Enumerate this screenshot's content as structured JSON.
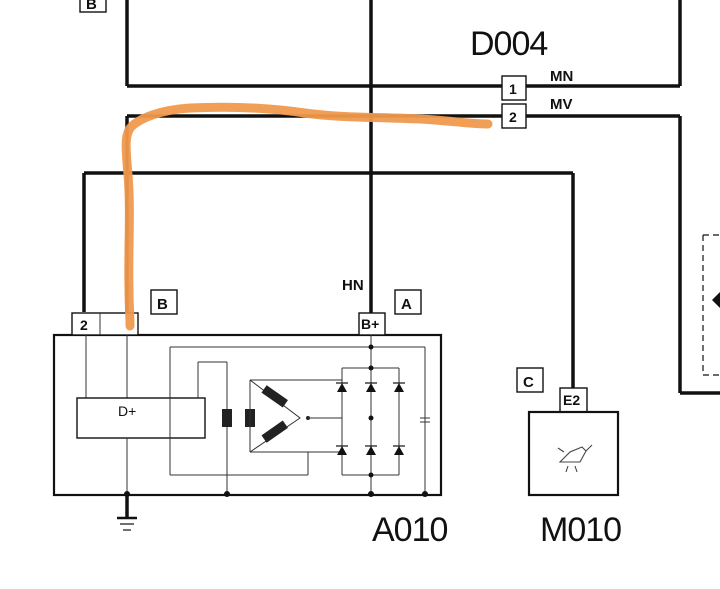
{
  "labels": {
    "component_d004": "D004",
    "component_a010": "A010",
    "component_m010": "M010",
    "pin_d004_1": "1",
    "pin_d004_2": "2",
    "wire_mn": "MN",
    "wire_mv": "MV",
    "wire_hn": "HN",
    "connector_b": "B",
    "connector_a": "A",
    "connector_c": "C",
    "connector_b_top": "B",
    "pin_a010_2": "2",
    "pin_a010_bplus": "B+",
    "pin_m010_e2": "E2",
    "regulator": "D+"
  },
  "colors": {
    "wire": "#111111",
    "highlight": "#F09A4E",
    "internal": "#333333"
  }
}
